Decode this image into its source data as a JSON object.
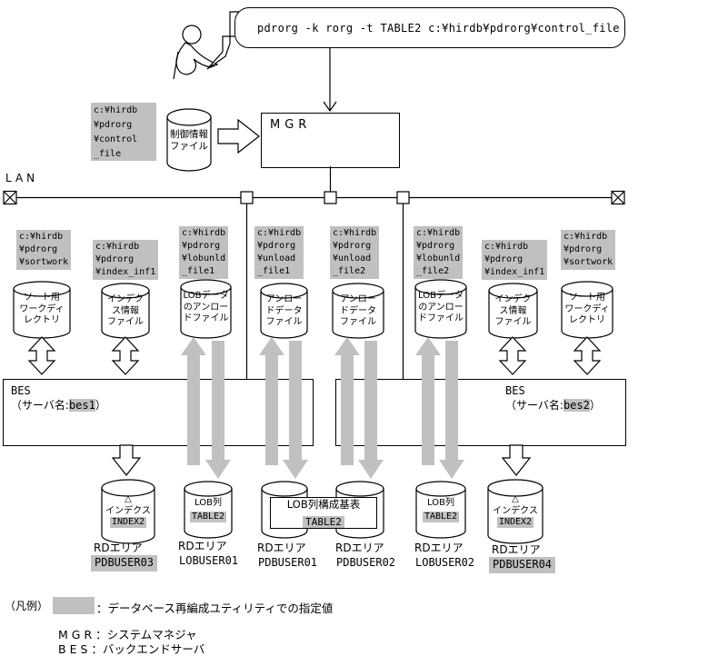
{
  "colors": {
    "highlight": "#c0c0c0",
    "arrow_gray": "#c0c0c0",
    "line": "#000000",
    "background": "#ffffff"
  },
  "terminal": {
    "command": "pdrorg -k rorg -t TABLE2 c:¥hirdb¥pdrorg¥control_file"
  },
  "lan": {
    "label": "LAN"
  },
  "mgr": {
    "label": "MGR"
  },
  "control_file": {
    "path": "c:¥hirdb\n¥pdrorg\n¥control\n_file",
    "cylinder_label": "制御情報\nファイル"
  },
  "columns": [
    {
      "path": "c:¥hirdb\n¥pdrorg\n¥sortwork",
      "cylinder": "ソート用\nワークディ\nレクトリ"
    },
    {
      "path": "c:¥hirdb\n¥pdrorg\n¥index_inf1",
      "cylinder": "インデク\nス情報\nファイル"
    },
    {
      "path": "c:¥hirdb\n¥pdrorg\n¥lobunld\n_file1",
      "cylinder": "LOBデータ\nのアンロー\nドファイル"
    },
    {
      "path": "c:¥hirdb\n¥pdrorg\n¥unload\n_file1",
      "cylinder": "アンロー\nドデータ\nファイル"
    },
    {
      "path": "c:¥hirdb\n¥pdrorg\n¥unload\n_file2",
      "cylinder": "アンロー\nドデータ\nファイル"
    },
    {
      "path": "c:¥hirdb\n¥pdrorg\n¥lobunld\n_file2",
      "cylinder": "LOBデータ\nのアンロー\nドファイル"
    },
    {
      "path": "c:¥hirdb\n¥pdrorg\n¥index_inf1",
      "cylinder": "インデク\nス情報\nファイル"
    },
    {
      "path": "c:¥hirdb\n¥pdrorg\n¥sortwork",
      "cylinder": "ソート用\nワークディ\nレクトリ"
    }
  ],
  "bes1": {
    "label": "BES",
    "server_prefix": "（サーバ名:",
    "server_name": "bes1",
    "server_suffix": "）"
  },
  "bes2": {
    "label": "BES",
    "server_prefix": "（サーバ名:",
    "server_name": "bes2",
    "server_suffix": "）"
  },
  "base_table": {
    "title": "LOB列構成基表",
    "table_name": "TABLE2"
  },
  "rd_areas": [
    {
      "mark": "△",
      "cyl_label": "インデクス",
      "cyl_tag": "INDEX2",
      "area": "RDエリア",
      "name": "PDBUSER03"
    },
    {
      "cyl_label": "LOB列",
      "cyl_tag": "TABLE2",
      "area": "RDエリア",
      "name": "LOBUSER01"
    },
    {
      "area": "RDエリア",
      "name": "PDBUSER01"
    },
    {
      "area": "RDエリア",
      "name": "PDBUSER02"
    },
    {
      "cyl_label": "LOB列",
      "cyl_tag": "TABLE2",
      "area": "RDエリア",
      "name": "LOBUSER02"
    },
    {
      "mark": "△",
      "cyl_label": "インデクス",
      "cyl_tag": "INDEX2",
      "area": "RDエリア",
      "name": "PDBUSER04"
    }
  ],
  "legend": {
    "title": "（凡例）",
    "swatch_desc": "：データベース再編成ユティリティでの指定値",
    "mgr_term": "MGR",
    "mgr_desc": "：システムマネジャ",
    "bes_term": "BES",
    "bes_desc": "：バックエンドサーバ"
  }
}
